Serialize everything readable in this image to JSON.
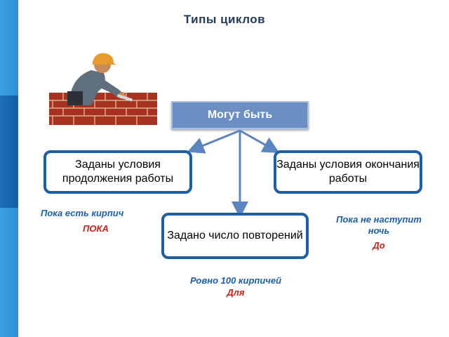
{
  "title": "Типы циклов",
  "header": "Могут быть",
  "boxes": {
    "continue_condition": "Заданы условия продолжения работы",
    "end_condition": "Заданы условия окончания работы",
    "repeat_count": "Задано число повторений"
  },
  "notes": {
    "while_example": "Пока есть кирпич",
    "while_keyword": "ПОКА",
    "until_example": "Пока не наступит ночь",
    "until_keyword": "До",
    "for_example": "Ровно 100 кирпичей",
    "for_keyword": "Для"
  },
  "colors": {
    "box_border": "#1b5fa8",
    "header_fill": "#6b8fc2",
    "note_text": "#1b5fa8",
    "keyword_text": "#d0201a",
    "arrow": "#5b84c0"
  },
  "illustration": "bricklayer-clipart"
}
